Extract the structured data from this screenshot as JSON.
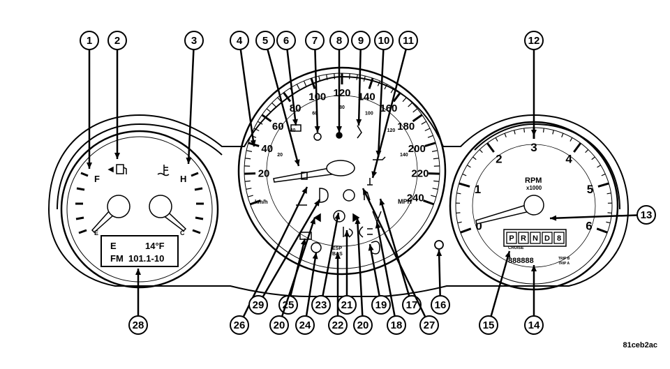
{
  "figure": {
    "reference_code": "81ceb2ac"
  },
  "left_cluster": {
    "fuel_full_label": "F",
    "temp_hot_label": "H",
    "fuel_empty_label": "E",
    "temp_cold_label": "C",
    "display_line1_left": "E",
    "display_line1_right": "14°F",
    "display_line2": "FM  101.1-10"
  },
  "speedometer": {
    "mph_ticks": [
      "20",
      "40",
      "60",
      "80",
      "100",
      "120",
      "140",
      "160",
      "180",
      "200",
      "220",
      "240"
    ],
    "inner_ticks": [
      "20",
      "40",
      "60",
      "80",
      "100",
      "120",
      "140"
    ],
    "unit_kmh": "km/h",
    "unit_mph": "MPH",
    "esp_label": "ESP\nBAS"
  },
  "tachometer": {
    "ticks": [
      "0",
      "1",
      "2",
      "3",
      "4",
      "5",
      "6"
    ],
    "label": "RPM",
    "multiplier": "x1000",
    "gears": [
      "P",
      "R",
      "N",
      "D",
      "8"
    ],
    "cruise_label": "CRUISE",
    "odometer": "888888",
    "trip_a": "TRIP A",
    "trip_b": "TRIP B"
  },
  "callouts": [
    "1",
    "2",
    "3",
    "4",
    "5",
    "6",
    "7",
    "8",
    "9",
    "10",
    "11",
    "12",
    "13",
    "14",
    "15",
    "16",
    "17",
    "18",
    "19",
    "20",
    "21",
    "22",
    "23",
    "24",
    "25",
    "26",
    "27",
    "28",
    "29"
  ],
  "colors": {
    "stroke": "#000000",
    "background": "#ffffff"
  }
}
